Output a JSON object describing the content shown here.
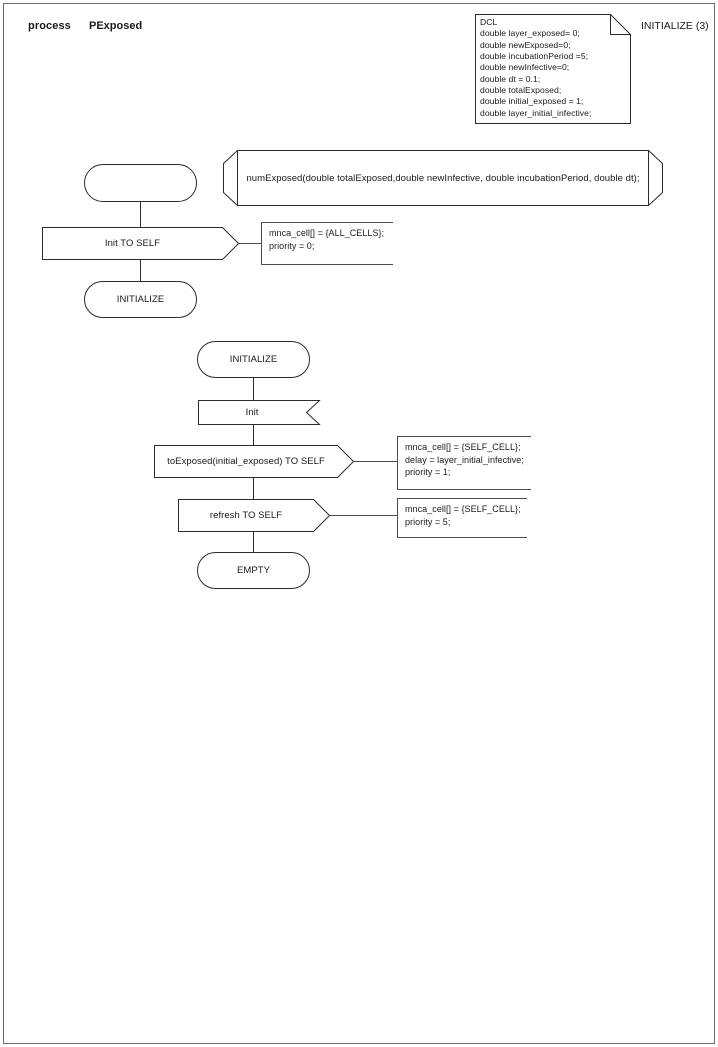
{
  "page": {
    "header": {
      "keyword": "process",
      "name": "PExposed",
      "right_label": "INITIALIZE (3)"
    },
    "dcl": {
      "title": "DCL",
      "text": "DCL\ndouble layer_exposed= 0;\ndouble newExposed=0;\ndouble incubationPeriod =5;\ndouble newInfective=0;\ndouble dt = 0.1;\ndouble totalExposed;\ndouble initial_exposed = 1;\ndouble layer_initial_infective;"
    },
    "procedure": {
      "signature": "numExposed(double totalExposed,double newInfective, double incubationPeriod, double dt);"
    },
    "flow1": {
      "start_label": "",
      "output_label": "Init TO SELF",
      "comment": "mnca_cell[] = {ALL_CELLS};\npriority = 0;",
      "state_label": "INITIALIZE"
    },
    "flow2": {
      "state_label": "INITIALIZE",
      "input_label": "Init",
      "output1_label": "toExposed(initial_exposed) TO SELF",
      "comment1": "mnca_cell[] = {SELF_CELL};\ndelay = layer_initial_infective;\npriority = 1;",
      "output2_label": "refresh TO SELF",
      "comment2": "mnca_cell[] = {SELF_CELL};\npriority = 5;",
      "end_state_label": "EMPTY"
    },
    "colors": {
      "stroke": "#2b2b2b",
      "stroke_light": "#4a4a4a",
      "page_border": "#6b6b70",
      "background": "#ffffff"
    }
  }
}
